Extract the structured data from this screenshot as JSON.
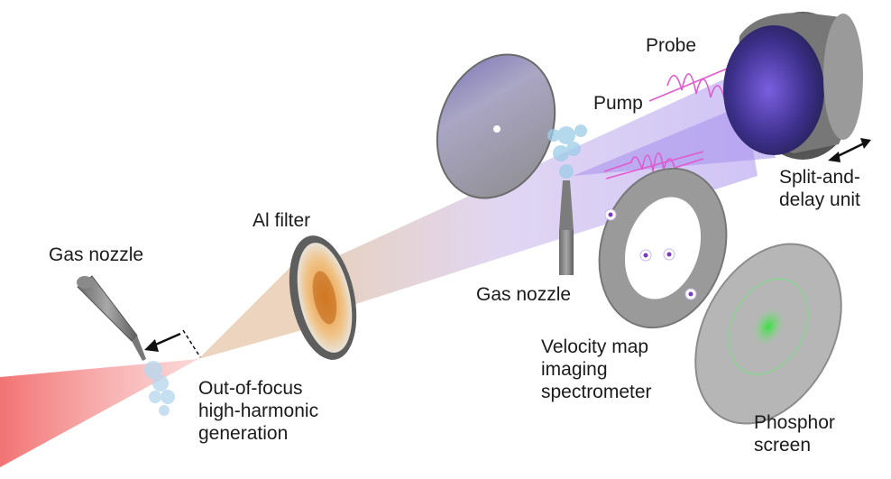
{
  "labels": {
    "gas_nozzle_left": "Gas nozzle",
    "al_filter": "Al filter",
    "out_of_focus_hhg": "Out-of-focus\nhigh-harmonic\ngeneration",
    "probe": "Probe",
    "pump": "Pump",
    "split_and_delay": "Split-and-\ndelay unit",
    "gas_nozzle_right": "Gas nozzle",
    "vmi_spectrometer": "Velocity map\nimaging\nspectrometer",
    "phosphor_screen": "Phosphor\nscreen"
  },
  "colors": {
    "laser_red": "#f06a6a",
    "xuv_purple": "#b9a7f0",
    "al_filter_orange": "#e0902a",
    "metal_gray": "#8f8f8f",
    "pulse_magenta": "#e05ad0",
    "phosphor_green": "#3fd84a"
  }
}
